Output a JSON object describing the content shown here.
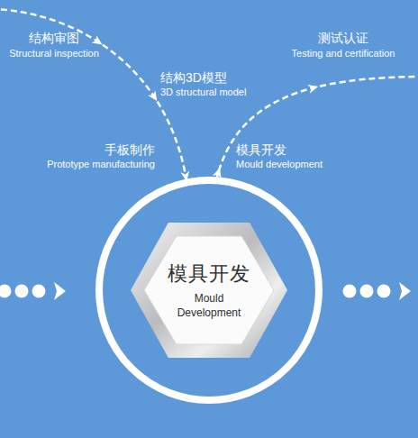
{
  "diagram": {
    "nodes": [
      {
        "text": [
          "模具开发",
          "Mould Development"
        ]
      }
    ],
    "labels": [
      "结构审图",
      "Structural inspection",
      "测试认证",
      "Testing and certification",
      "结构3D模型",
      "3D structural model",
      "手板制作",
      "Prototype manufacturing",
      "模具开发",
      "Mould development"
    ]
  }
}
